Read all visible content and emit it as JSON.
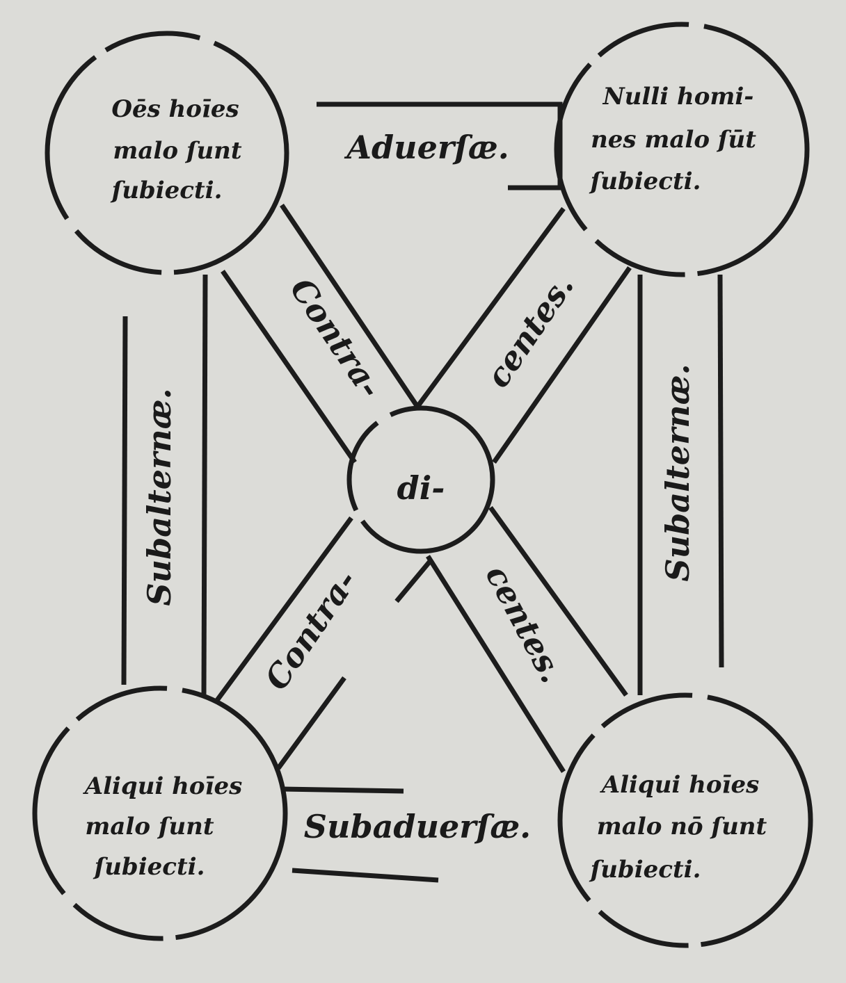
{
  "title": "Square of opposition",
  "propositions": {
    "top_left": [
      "Oēs hoīes",
      "malo ſunt",
      "ſubiecti."
    ],
    "top_right": [
      "Nulli homi-",
      "nes malo ſūt",
      "ſubiecti."
    ],
    "bottom_left": [
      "Aliqui hoīes",
      "malo ſunt",
      "ſubiecti."
    ],
    "bottom_right": [
      "Aliqui hoīes",
      "malo nō ſunt",
      "ſubiecti."
    ]
  },
  "relations": {
    "top": "Aduerſæ.",
    "bottom": "Subaduerſæ.",
    "left": "Subalternæ.",
    "right": "Subalternæ.",
    "center": "di-",
    "diag_upper_left": "Contra-",
    "diag_upper_right": "centes.",
    "diag_lower_left": "Contra-",
    "diag_lower_right": "centes."
  },
  "colors": {
    "ink": "#1c1c1c",
    "paper": "#dcdcd8"
  }
}
